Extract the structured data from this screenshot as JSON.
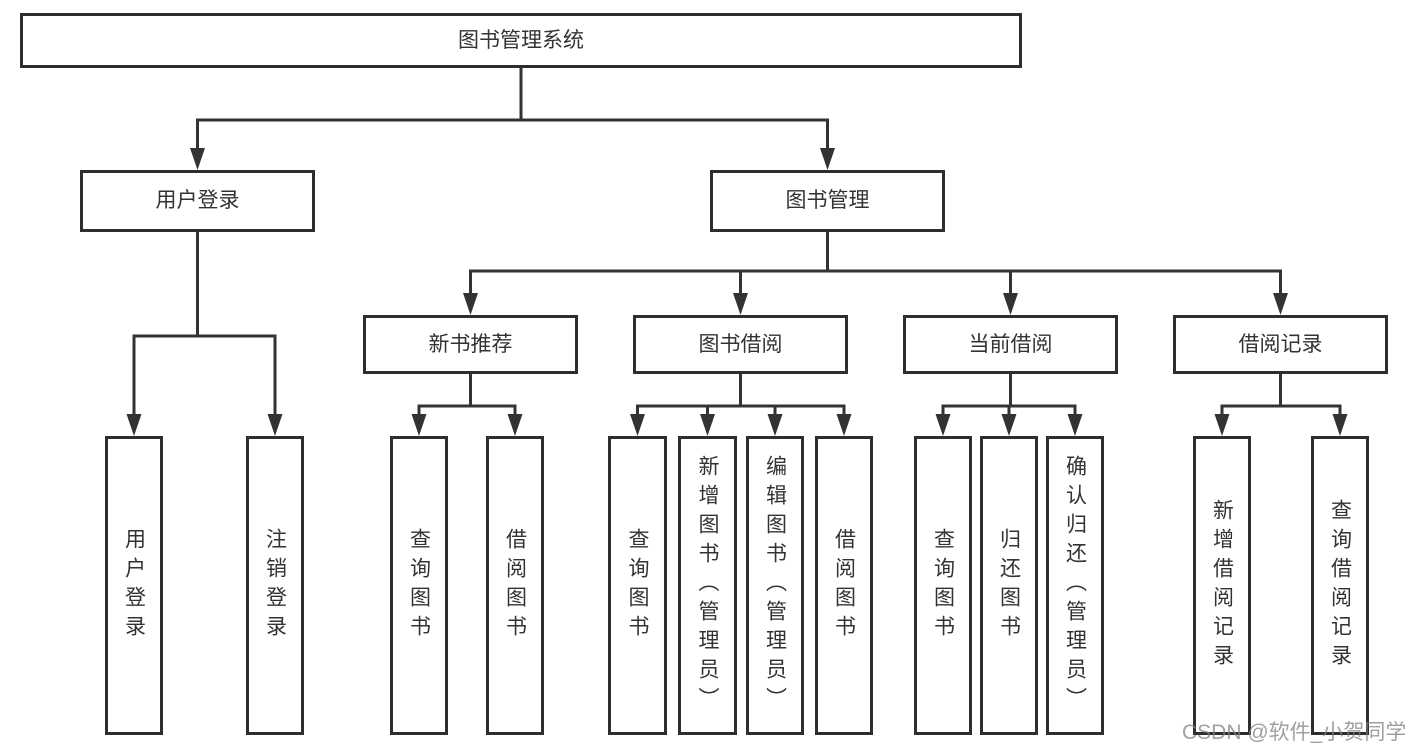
{
  "title": {
    "label": "图书管理系统"
  },
  "level2": [
    {
      "label": "用户登录"
    },
    {
      "label": "图书管理"
    }
  ],
  "level3": [
    {
      "label": "新书推荐",
      "parent": "图书管理"
    },
    {
      "label": "图书借阅",
      "parent": "图书管理"
    },
    {
      "label": "当前借阅",
      "parent": "图书管理"
    },
    {
      "label": "借阅记录",
      "parent": "图书管理"
    }
  ],
  "leaves": [
    {
      "label": "用户登录",
      "parent": "用户登录"
    },
    {
      "label": "注销登录",
      "parent": "用户登录"
    },
    {
      "label": "查询图书",
      "parent": "新书推荐"
    },
    {
      "label": "借阅图书",
      "parent": "新书推荐"
    },
    {
      "label": "查询图书",
      "parent": "图书借阅"
    },
    {
      "label": "新增图书（管理员）",
      "parent": "图书借阅"
    },
    {
      "label": "编辑图书（管理员）",
      "parent": "图书借阅"
    },
    {
      "label": "借阅图书",
      "parent": "图书借阅"
    },
    {
      "label": "查询图书",
      "parent": "当前借阅"
    },
    {
      "label": "归还图书",
      "parent": "当前借阅"
    },
    {
      "label": "确认归还（管理员）",
      "parent": "当前借阅"
    },
    {
      "label": "新增借阅记录",
      "parent": "借阅记录"
    },
    {
      "label": "查询借阅记录",
      "parent": "借阅记录"
    }
  ],
  "watermark": {
    "text": "CSDN @软件_小贺同学"
  },
  "colors": {
    "line": "#333333",
    "box_border": "#2e2e2e",
    "text": "#333333",
    "watermark": "#808080",
    "background": "#ffffff"
  }
}
